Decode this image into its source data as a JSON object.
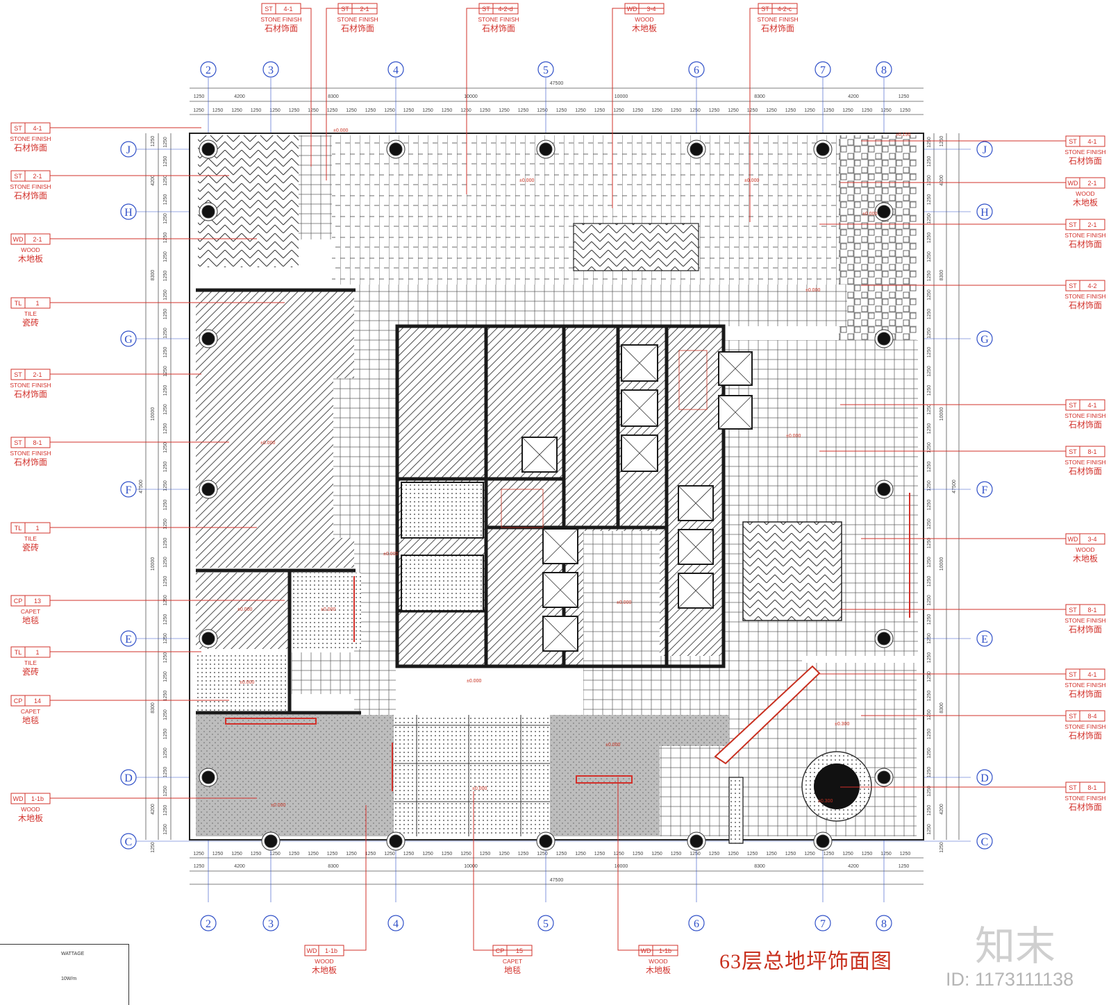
{
  "drawing_title": "63层总地坪饰面图",
  "watermark": {
    "logo": "知末",
    "id": "ID: 1173111138"
  },
  "grid": {
    "columns": [
      "2",
      "3",
      "4",
      "5",
      "6",
      "7",
      "8"
    ],
    "rows": [
      "J",
      "H",
      "G",
      "F",
      "E",
      "D",
      "C"
    ]
  },
  "dimensions": {
    "total": "47500",
    "bays_x": [
      "1250",
      "4200",
      "8300",
      "10000",
      "10000",
      "8300",
      "4200",
      "1250"
    ],
    "bays_y": [
      "1250",
      "4200",
      "8300",
      "10000",
      "10000",
      "8300",
      "4200",
      "1250"
    ],
    "module": "1250"
  },
  "tags_top": [
    {
      "code": "ST",
      "num": "4-1",
      "en": "STONE FINISH",
      "cn": "石材饰面"
    },
    {
      "code": "ST",
      "num": "2-1",
      "en": "STONE FINISH",
      "cn": "石材饰面"
    },
    {
      "code": "ST",
      "num": "4-2-d",
      "en": "STONE FINISH",
      "cn": "石材饰面"
    },
    {
      "code": "WD",
      "num": "3-4",
      "en": "WOOD",
      "cn": "木地板"
    },
    {
      "code": "ST",
      "num": "4-2-c",
      "en": "STONE FINISH",
      "cn": "石材饰面"
    }
  ],
  "tags_left": [
    {
      "code": "ST",
      "num": "4-1",
      "en": "STONE FINISH",
      "cn": "石材饰面"
    },
    {
      "code": "ST",
      "num": "2-1",
      "en": "STONE FINISH",
      "cn": "石材饰面"
    },
    {
      "code": "WD",
      "num": "2-1",
      "en": "WOOD",
      "cn": "木地板"
    },
    {
      "code": "TL",
      "num": "1",
      "en": "TILE",
      "cn": "瓷砖"
    },
    {
      "code": "ST",
      "num": "2-1",
      "en": "STONE FINISH",
      "cn": "石材饰面"
    },
    {
      "code": "ST",
      "num": "8-1",
      "en": "STONE FINISH",
      "cn": "石材饰面"
    },
    {
      "code": "TL",
      "num": "1",
      "en": "TILE",
      "cn": "瓷砖"
    },
    {
      "code": "CP",
      "num": "13",
      "en": "CAPET",
      "cn": "地毯"
    },
    {
      "code": "TL",
      "num": "1",
      "en": "TILE",
      "cn": "瓷砖"
    },
    {
      "code": "CP",
      "num": "14",
      "en": "CAPET",
      "cn": "地毯"
    },
    {
      "code": "WD",
      "num": "1-1b",
      "en": "WOOD",
      "cn": "木地板"
    }
  ],
  "tags_right": [
    {
      "code": "ST",
      "num": "4-1",
      "en": "STONE FINISH",
      "cn": "石材饰面"
    },
    {
      "code": "WD",
      "num": "2-1",
      "en": "WOOD",
      "cn": "木地板"
    },
    {
      "code": "ST",
      "num": "2-1",
      "en": "STONE FINISH",
      "cn": "石材饰面"
    },
    {
      "code": "ST",
      "num": "4-2",
      "en": "STONE FINISH",
      "cn": "石材饰面"
    },
    {
      "code": "ST",
      "num": "4-1",
      "en": "STONE FINISH",
      "cn": "石材饰面"
    },
    {
      "code": "ST",
      "num": "8-1",
      "en": "STONE FINISH",
      "cn": "石材饰面"
    },
    {
      "code": "WD",
      "num": "3-4",
      "en": "WOOD",
      "cn": "木地板"
    },
    {
      "code": "ST",
      "num": "8-1",
      "en": "STONE FINISH",
      "cn": "石材饰面"
    },
    {
      "code": "ST",
      "num": "4-1",
      "en": "STONE FINISH",
      "cn": "石材饰面"
    },
    {
      "code": "ST",
      "num": "8-4",
      "en": "STONE FINISH",
      "cn": "石材饰面"
    },
    {
      "code": "ST",
      "num": "8-1",
      "en": "STONE FINISH",
      "cn": "石材饰面"
    }
  ],
  "tags_bottom": [
    {
      "code": "WD",
      "num": "1-1b",
      "en": "WOOD",
      "cn": "木地板"
    },
    {
      "code": "CP",
      "num": "15",
      "en": "CAPET",
      "cn": "地毯"
    },
    {
      "code": "WD",
      "num": "1-1b",
      "en": "WOOD",
      "cn": "木地板"
    }
  ],
  "level_marks": [
    "±0.000",
    "±0.150",
    "±0.300"
  ],
  "legend": {
    "header": "WATTAGE",
    "value": "10W/m"
  },
  "colors": {
    "tag": "#d2302a",
    "grid": "#3050c8",
    "wall": "#1a1a1a",
    "title": "#c8301e"
  }
}
